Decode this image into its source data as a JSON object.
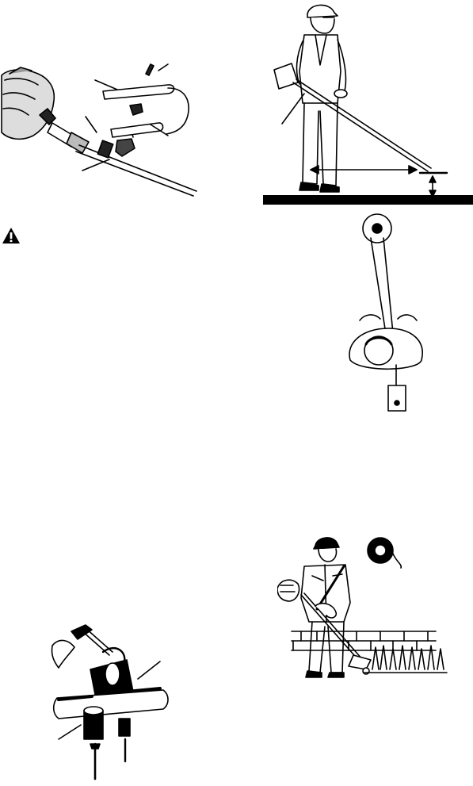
{
  "page": {
    "background": "#ffffff",
    "ink": "#000000"
  },
  "figures": {
    "assembly": {
      "icon": "trimmer-handle-assembly-illustration"
    },
    "warning": {
      "icon": "warning-triangle-icon"
    },
    "operator_stance": {
      "icon": "operator-stance-illustration"
    },
    "harness_top_view": {
      "icon": "harness-top-view-illustration"
    },
    "operator_trimming": {
      "icon": "operator-trimming-illustration"
    },
    "harness_clip": {
      "icon": "harness-clip-illustration"
    }
  }
}
